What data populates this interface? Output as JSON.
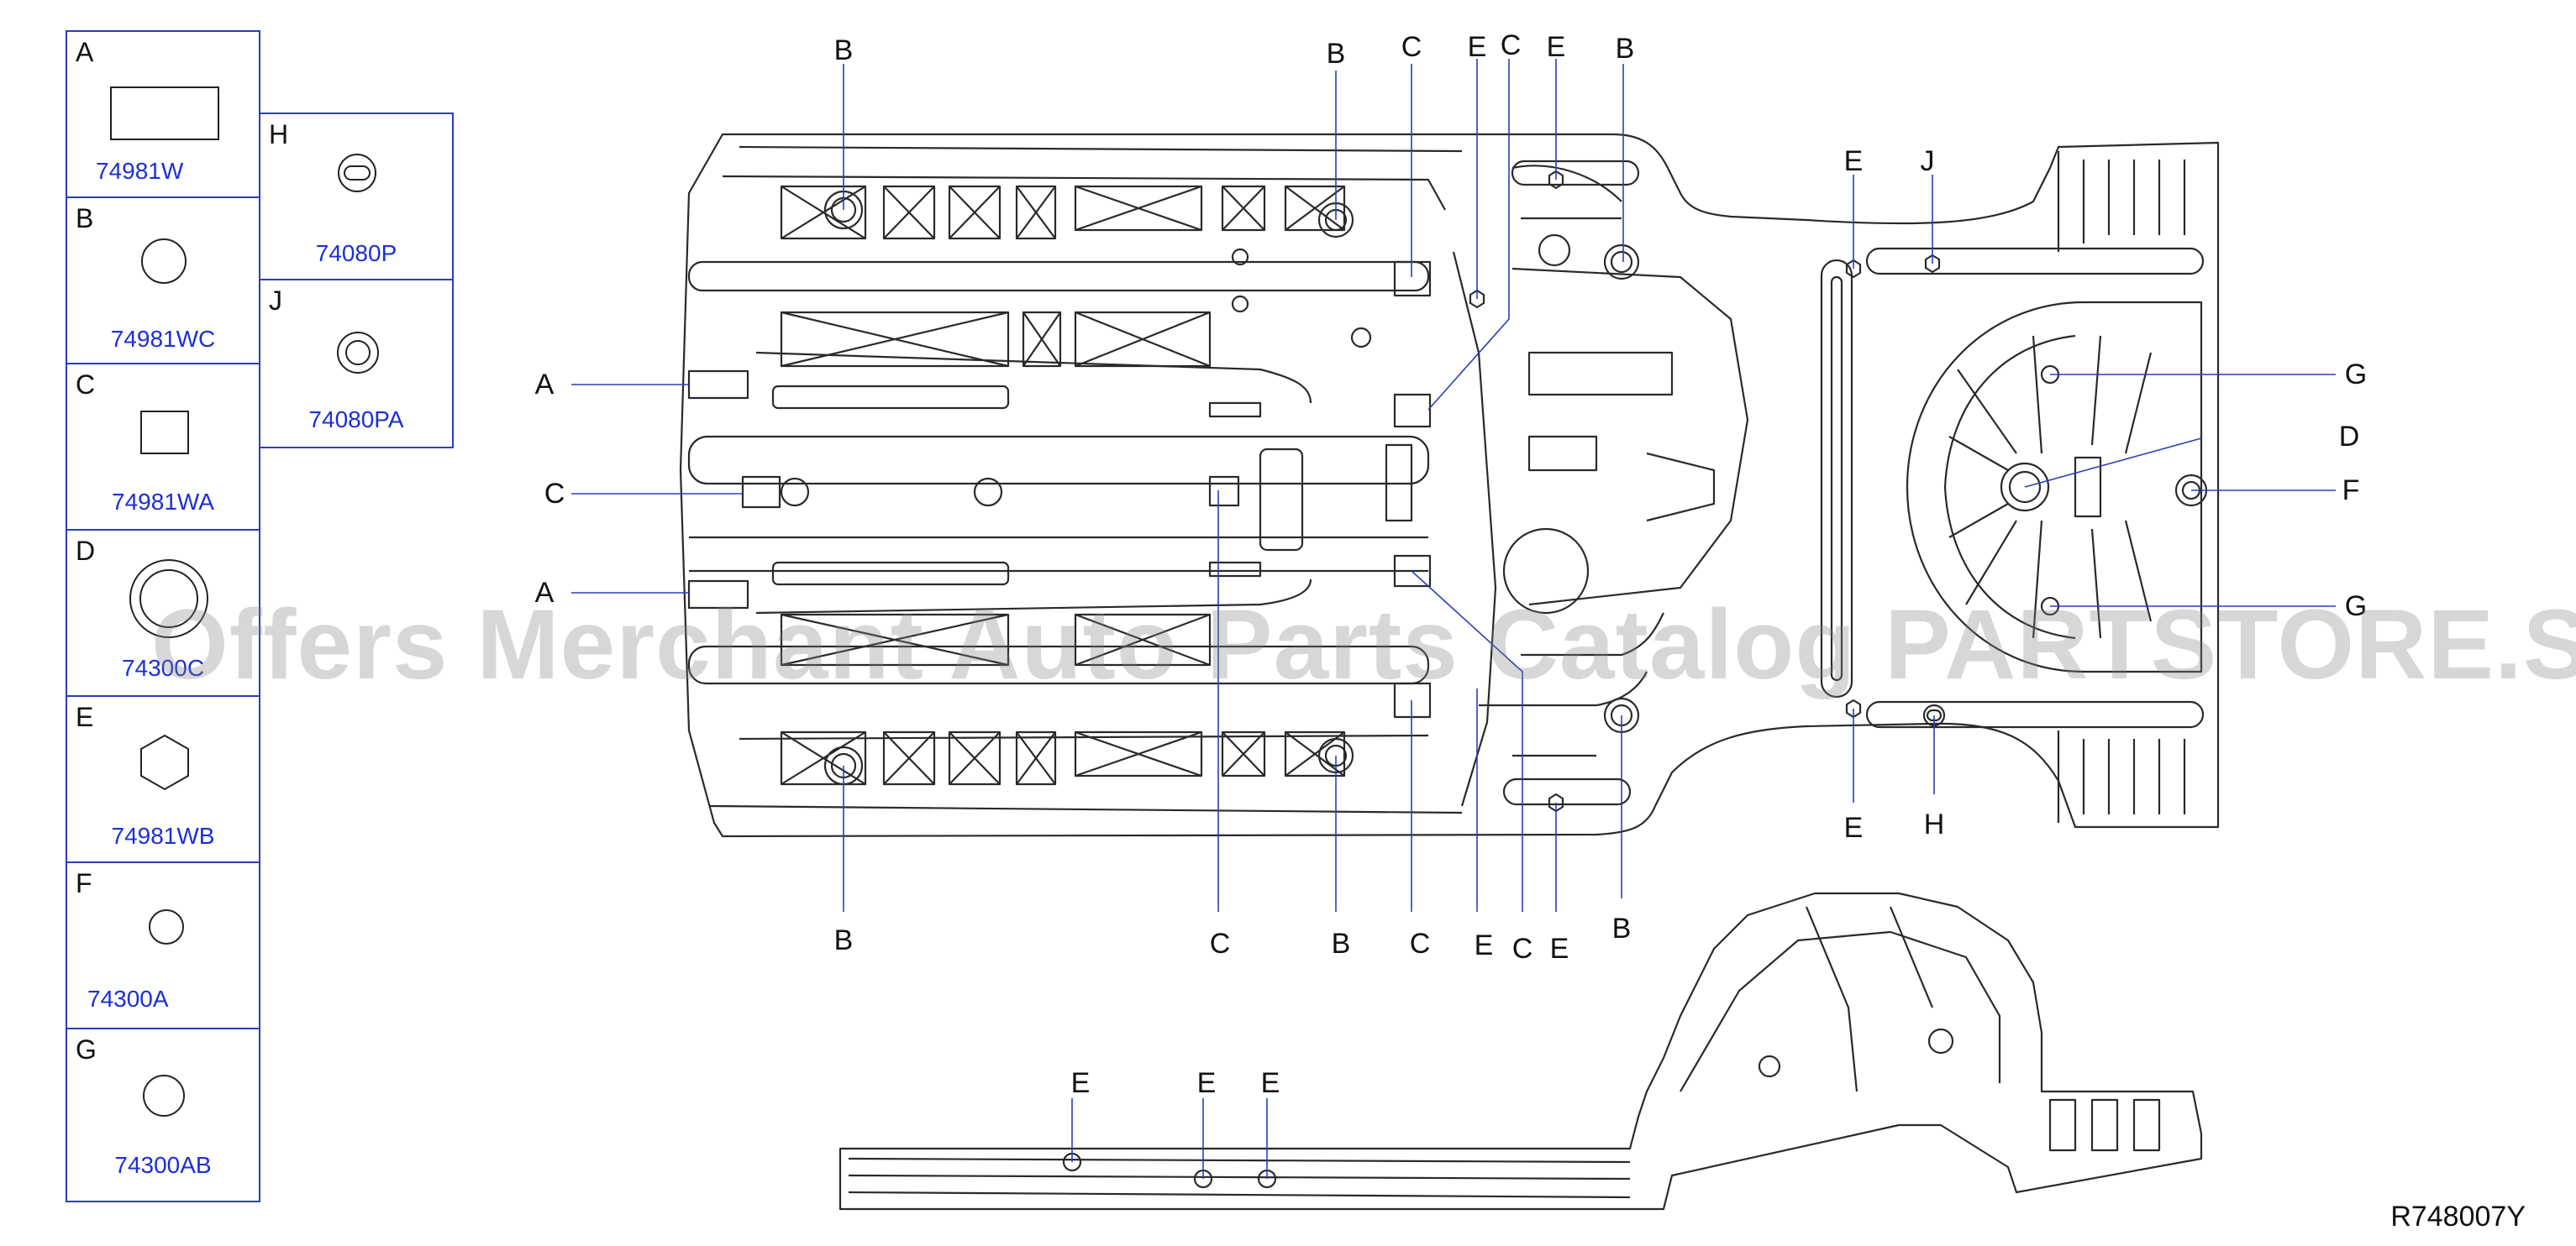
{
  "legend": [
    {
      "letter": "A",
      "part": "74981W",
      "shape": "rect-wide"
    },
    {
      "letter": "B",
      "part": "74981WC",
      "shape": "circle"
    },
    {
      "letter": "C",
      "part": "74981WA",
      "shape": "square"
    },
    {
      "letter": "D",
      "part": "74300C",
      "shape": "double-circle"
    },
    {
      "letter": "E",
      "part": "74981WB",
      "shape": "hexagon"
    },
    {
      "letter": "F",
      "part": "74300A",
      "shape": "small-circle"
    },
    {
      "letter": "G",
      "part": "74300AB",
      "shape": "circle"
    },
    {
      "letter": "H",
      "part": "74080P",
      "shape": "oval-grommet"
    },
    {
      "letter": "J",
      "part": "74080PA",
      "shape": "ring"
    }
  ],
  "callouts": {
    "B_top1": "B",
    "B_top2": "B",
    "C_top1": "C",
    "E_top1": "E",
    "C_top2": "C",
    "E_top2": "E",
    "B_top3": "B",
    "E_top3": "E",
    "J_top": "J",
    "A_left1": "A",
    "C_left": "C",
    "A_left2": "A",
    "G_right1": "G",
    "D_right": "D",
    "F_right": "F",
    "G_right2": "G",
    "B_bot1": "B",
    "C_bot1": "C",
    "B_bot2": "B",
    "C_bot2": "C",
    "E_bot1": "E",
    "C_bot3": "C",
    "E_bot2": "E",
    "B_bot3": "B",
    "E_bot3": "E",
    "H_bot": "H",
    "E_side1": "E",
    "E_side2": "E",
    "E_side3": "E"
  },
  "watermark": "Offers Merchant Auto Parts Catalog PARTSTORE.SA",
  "reference_code": "R748007Y",
  "colors": {
    "legend_border": "#2b3fb8",
    "part_number": "#1b2fd8",
    "line": "#2a2a2a",
    "leader": "#2b3fb8"
  }
}
